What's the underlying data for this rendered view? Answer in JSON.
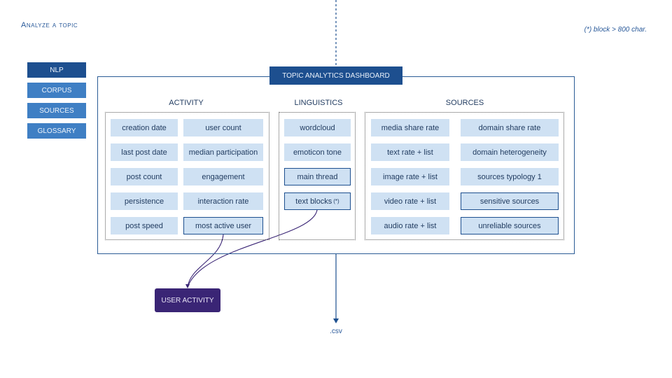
{
  "title": "Analyze a topic",
  "note": "(*) block > 800 char.",
  "sidebar": {
    "items": [
      {
        "label": "NLP",
        "active": true
      },
      {
        "label": "CORPUS"
      },
      {
        "label": "SOURCES"
      },
      {
        "label": "GLOSSARY"
      }
    ]
  },
  "dashboard": {
    "title": "TOPIC ANALYTICS DASHBOARD",
    "activity": {
      "label": "ACTIVITY",
      "col1": [
        "creation date",
        "last post date",
        "post count",
        "persistence",
        "post speed"
      ],
      "col2": [
        "user count",
        "median participation",
        "engagement",
        "interaction rate",
        "most active user"
      ]
    },
    "linguistics": {
      "label": "LINGUISTICS",
      "items": [
        "wordcloud",
        "emoticon tone",
        "main thread",
        "text blocks"
      ],
      "text_blocks_mark": "(*)"
    },
    "sources": {
      "label": "SOURCES",
      "col1": [
        "media share rate",
        "text rate + list",
        "image rate + list",
        "video rate + list",
        "audio rate + list"
      ],
      "col2": [
        "domain share rate",
        "domain heterogeneity",
        "sources typology 1",
        "sensitive sources",
        "unreliable sources"
      ]
    }
  },
  "user_activity": "USER ACTIVITY",
  "export": ".csv",
  "colors": {
    "dark_blue": "#1d4f8f",
    "mid_blue": "#3f7fc4",
    "cell_fill": "#cfe1f3",
    "purple": "#3a2575"
  }
}
